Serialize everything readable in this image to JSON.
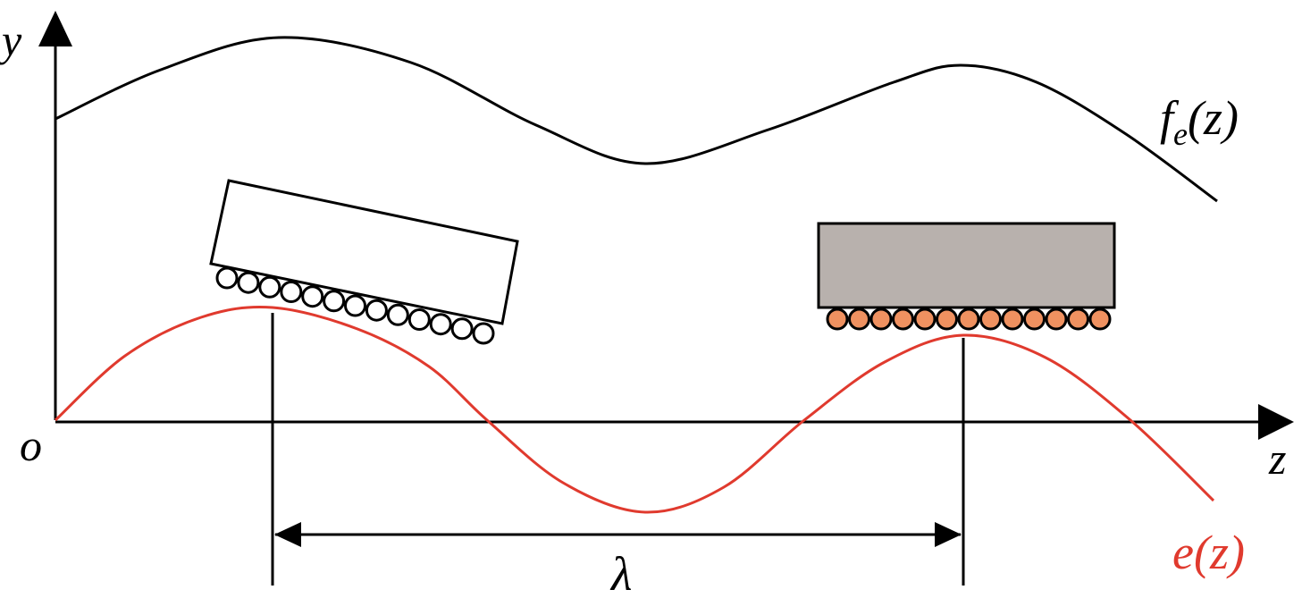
{
  "labels": {
    "y_axis": "y",
    "z_axis": "z",
    "origin": "o",
    "fe_f": "f",
    "fe_sub": "e",
    "fe_arg": "(z)",
    "ez_e": "e",
    "ez_arg": "(z)",
    "wavelength": "λ"
  },
  "colors": {
    "axis": "#000000",
    "fe_curve": "#000000",
    "e_curve": "#e03a2e",
    "e_label": "#e03a2e",
    "tilted_block_fill": "#ffffff",
    "level_block_fill": "#b8b1ad",
    "tilted_balls_fill": "#ffffff",
    "level_balls_fill": "#ef9160"
  },
  "components": {
    "tilted_carriage": {
      "balls": 13
    },
    "level_carriage": {
      "balls": 13
    }
  }
}
